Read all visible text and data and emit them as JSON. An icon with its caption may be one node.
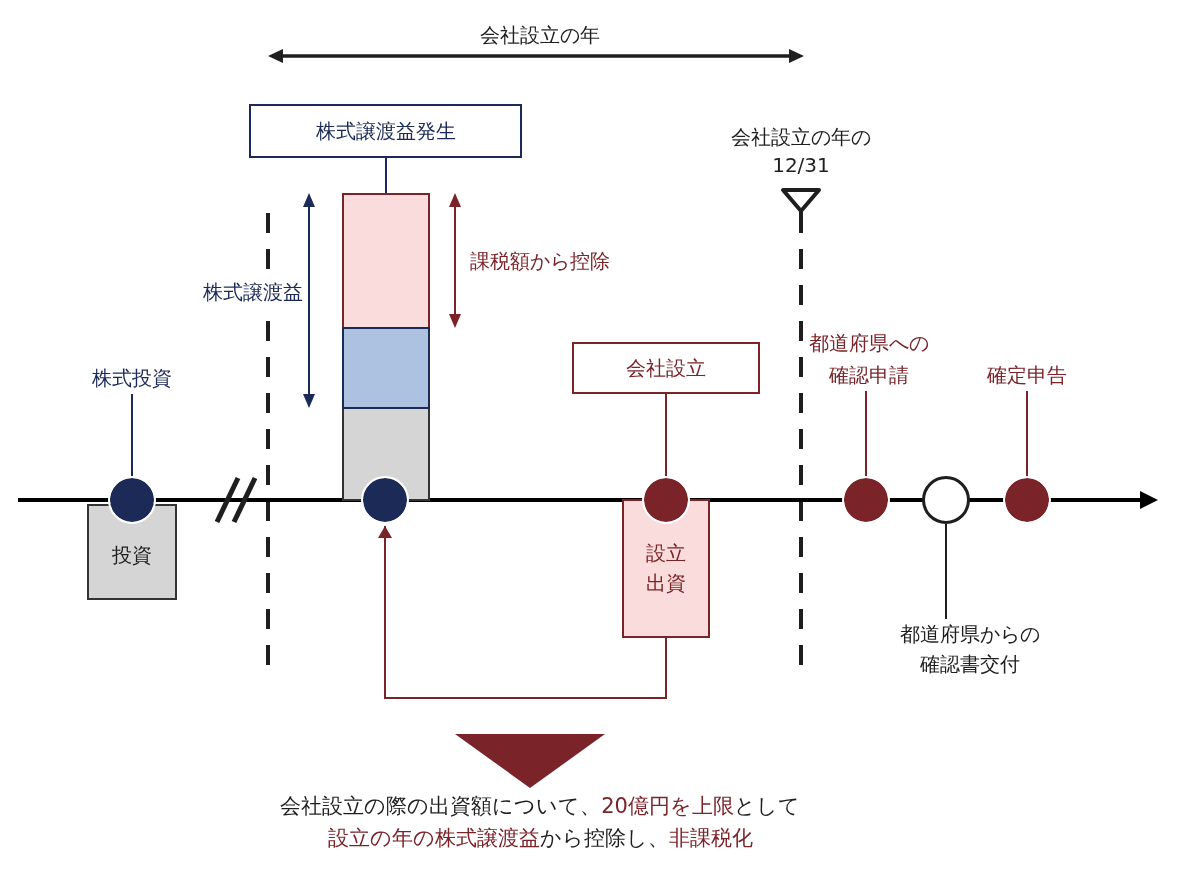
{
  "diagram": {
    "nodes": [
      {
        "text": [
          "株式譲渡益発生"
        ]
      },
      {
        "text": [],
        "shape": "bar"
      },
      {
        "text": [],
        "shape": "box",
        "in": 1
      },
      {
        "text": [],
        "shape": "box",
        "in": 1
      },
      {
        "text": [
          "会社設立"
        ]
      },
      {
        "text": [
          "都道府県への確認申請"
        ]
      },
      {
        "text": [
          "確定申告"
        ]
      },
      {
        "text": [
          "株式投資"
        ]
      },
      {
        "text": [],
        "shape": "circle"
      },
      {
        "text": [],
        "shape": "circle"
      },
      {
        "text": [],
        "shape": "circle"
      },
      {
        "text": [],
        "shape": "circle"
      },
      {
        "text": [],
        "shape": "circle"
      },
      {
        "text": [],
        "shape": "circle"
      },
      {
        "text": [
          "投資"
        ]
      },
      {
        "text": [
          "設立出資"
        ]
      },
      {
        "text": [
          "都道府県からの確認書交付"
        ]
      },
      {
        "text": [
          "会社設立の際の出資額について、**20億円を上限**として**設立の年の株式譲渡益**から控除し、**非課税化**"
        ]
      }
    ],
    "edges": [
      {
        "from": 0,
        "to": 1,
        "arrow": "none",
        "color": "#1b2a57"
      },
      {
        "from": 7,
        "to": 8,
        "arrow": "none",
        "color": "#1b2a57"
      },
      {
        "from": 4,
        "to": 10,
        "arrow": "none"
      },
      {
        "from": 5,
        "to": 11,
        "arrow": "none"
      },
      {
        "from": 6,
        "to": 13,
        "arrow": "none"
      },
      {
        "from": 12,
        "to": 16,
        "arrow": "none",
        "color": "#1e1e1e"
      },
      {
        "from": 15,
        "to": 9,
        "arrow": "to"
      },
      {
        "from": null,
        "to": 17,
        "arrow": "to"
      }
    ],
    "labels": [
      "会社設立の年",
      "会社設立の年の12/31",
      "課税額から控除",
      "株式譲渡益"
    ]
  }
}
